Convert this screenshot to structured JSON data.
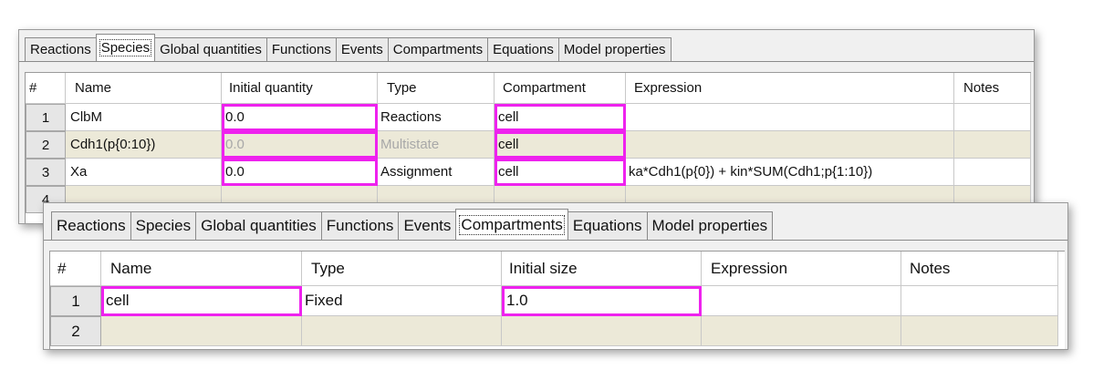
{
  "colors": {
    "highlight": "#ee22ee",
    "alt_row": "#ece9d8",
    "dim_text": "#a8a8a8"
  },
  "species_panel": {
    "tabs": [
      "Reactions",
      "Species",
      "Global quantities",
      "Functions",
      "Events",
      "Compartments",
      "Equations",
      "Model properties"
    ],
    "active_tab": "Species",
    "columns": [
      "#",
      "Name",
      "Initial quantity",
      "Type",
      "Compartment",
      "Expression",
      "Notes"
    ],
    "rows": [
      {
        "num": "1",
        "name": "ClbM",
        "initial_quantity": "0.0",
        "type": "Reactions",
        "compartment": "cell",
        "expression": "",
        "notes": ""
      },
      {
        "num": "2",
        "name": "Cdh1(p{0:10})",
        "initial_quantity": "0.0",
        "type": "Multistate",
        "compartment": "cell",
        "expression": "",
        "notes": ""
      },
      {
        "num": "3",
        "name": "Xa",
        "initial_quantity": "0.0",
        "type": "Assignment",
        "compartment": "cell",
        "expression": "ka*Cdh1(p{0}) + kin*SUM(Cdh1;p{1:10})",
        "notes": ""
      },
      {
        "num": "4",
        "name": "",
        "initial_quantity": "",
        "type": "",
        "compartment": "",
        "expression": "",
        "notes": ""
      }
    ]
  },
  "compartments_panel": {
    "tabs": [
      "Reactions",
      "Species",
      "Global quantities",
      "Functions",
      "Events",
      "Compartments",
      "Equations",
      "Model properties"
    ],
    "active_tab": "Compartments",
    "columns": [
      "#",
      "Name",
      "Type",
      "Initial size",
      "Expression",
      "Notes"
    ],
    "rows": [
      {
        "num": "1",
        "name": "cell",
        "type": "Fixed",
        "initial_size": "1.0",
        "expression": "",
        "notes": ""
      },
      {
        "num": "2",
        "name": "",
        "type": "",
        "initial_size": "",
        "expression": "",
        "notes": ""
      }
    ]
  }
}
